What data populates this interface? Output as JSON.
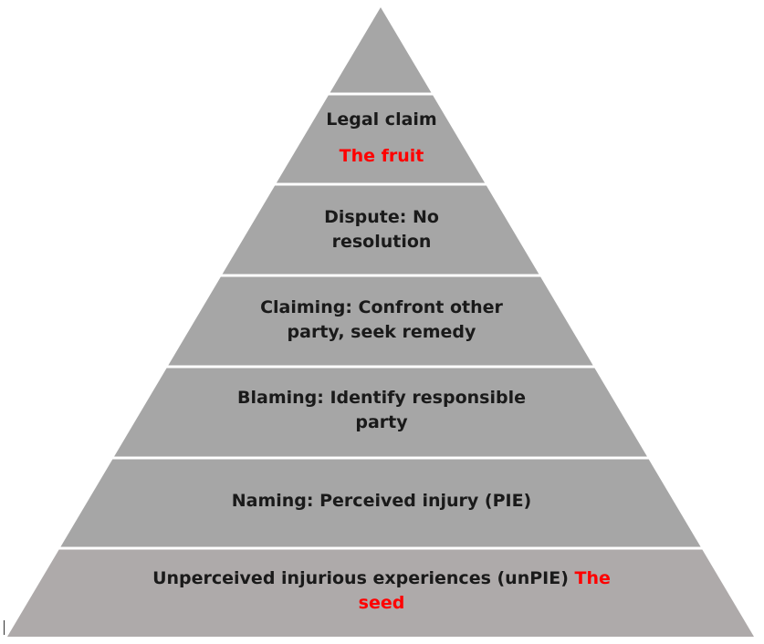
{
  "diagram": {
    "tiers": [
      {
        "id": "apex",
        "fill": "#a6a6a6"
      },
      {
        "id": "legal-claim",
        "fill": "#a6a6a6",
        "text": "Legal claim",
        "accent": "The fruit"
      },
      {
        "id": "dispute",
        "fill": "#a6a6a6",
        "text": "Dispute: No resolution"
      },
      {
        "id": "claiming",
        "fill": "#a6a6a6",
        "text": "Claiming: Confront other party, seek remedy"
      },
      {
        "id": "blaming",
        "fill": "#a6a6a6",
        "text": "Blaming: Identify responsible party"
      },
      {
        "id": "naming",
        "fill": "#a6a6a6",
        "text": "Naming: Perceived injury (PIE)"
      },
      {
        "id": "unpie",
        "fill": "#aeaaaa",
        "text": "Unperceived injurious experiences (unPIE)",
        "accent": "The seed"
      }
    ],
    "separator_color": "#ffffff",
    "accent_color": "#ff0000"
  }
}
